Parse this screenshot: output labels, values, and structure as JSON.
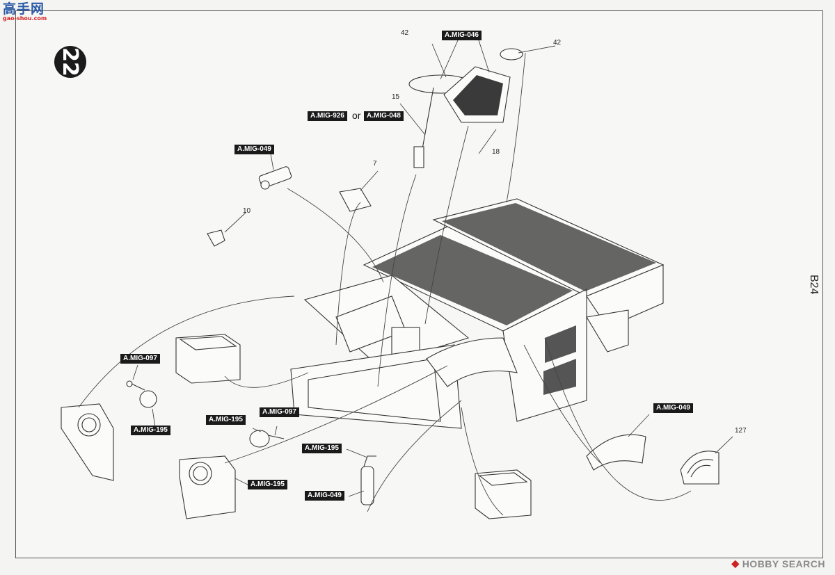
{
  "site_logo": {
    "text": "高手网",
    "sub": "gao-shou.com"
  },
  "step_number": "22",
  "page_code": "B24",
  "watermark": "HOBBY SEARCH",
  "or_word": "or",
  "callouts": {
    "seat_paint": "A.MIG-046",
    "column_paint_a": "A.MIG-926",
    "column_paint_b": "A.MIG-048",
    "horn_paint": "A.MIG-049",
    "left_lamp_a": "A.MIG-097",
    "left_lamp_b": "A.MIG-195",
    "mid_lamp_a": "A.MIG-195",
    "mid_lamp_b": "A.MIG-097",
    "extinguisher_a": "A.MIG-195",
    "extinguisher_b": "A.MIG-049",
    "lower_lamp": "A.MIG-195",
    "fender_paint": "A.MIG-049"
  },
  "part_numbers": {
    "wheel": "42",
    "cap": "42",
    "column": "15",
    "seat": "18",
    "bracket": "7",
    "lever": "10",
    "light": "127"
  },
  "colors": {
    "callout_bg": "#1a1a1a",
    "paper": "#f7f7f5",
    "line": "#333333"
  },
  "icons": [
    "watermark-logo-icon"
  ]
}
